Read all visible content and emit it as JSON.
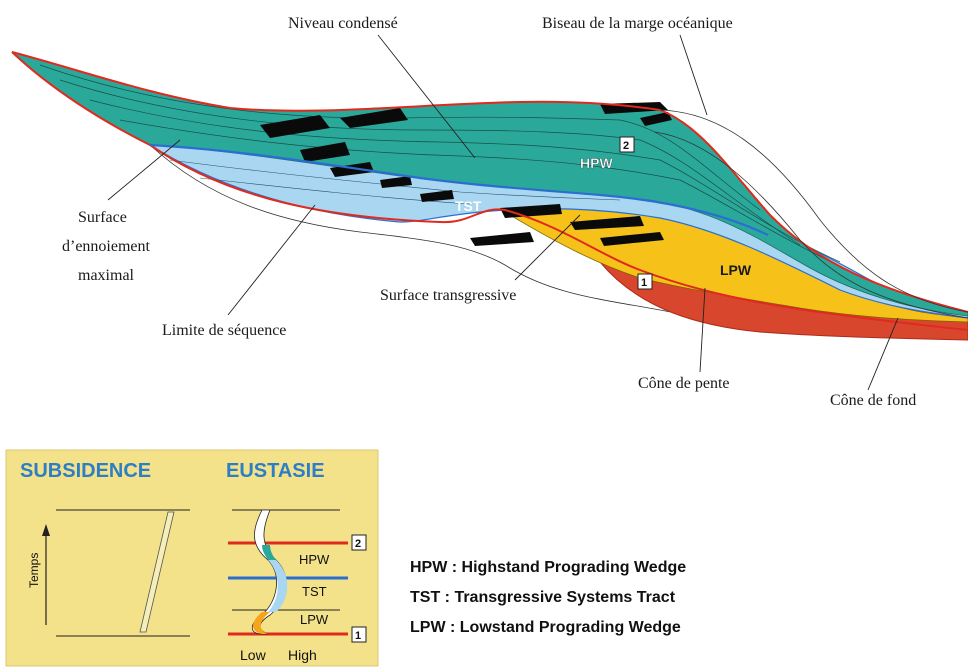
{
  "labels": {
    "niveau_condense": "Niveau condensé",
    "biseau": "Biseau de la marge océanique",
    "surface_ennoiement_l1": "Surface",
    "surface_ennoiement_l2": "d’ennoiement",
    "surface_ennoiement_l3": "maximal",
    "limite_sequence": "Limite de séquence",
    "surface_transgressive": "Surface transgressive",
    "cone_pente": "Cône de pente",
    "cone_fond": "Cône de fond",
    "hpw": "HPW",
    "tst": "TST",
    "lpw": "LPW",
    "marker_1": "1",
    "marker_2": "2"
  },
  "inset": {
    "subsidence": "SUBSIDENCE",
    "eustasie": "EUSTASIE",
    "temps": "Temps",
    "hpw": "HPW",
    "tst": "TST",
    "lpw": "LPW",
    "low": "Low",
    "high": "High",
    "marker_1": "1",
    "marker_2": "2"
  },
  "legend": {
    "hpw": "HPW : Highstand Prograding Wedge",
    "tst": "TST  : Transgressive Systems Tract",
    "lpw": "LPW : Lowstand Prograding Wedge"
  },
  "colors": {
    "hpw_fill": "#2aa89a",
    "tst_fill": "#a9d6f0",
    "lpw_fill": "#f6c21a",
    "cone_fill": "#d8462e",
    "red_line": "#e02a1e",
    "blue_line": "#2a6fd0",
    "inset_bg": "#f3e28a"
  }
}
